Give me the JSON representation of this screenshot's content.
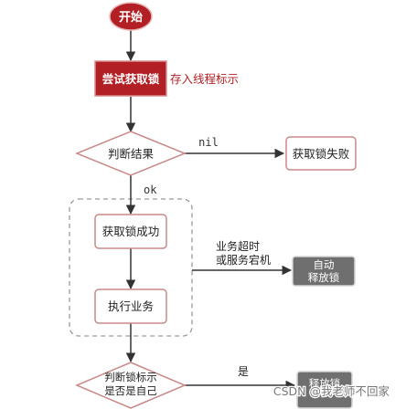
{
  "nodes": {
    "start": "开始",
    "try_lock": "尝试获取锁",
    "judge": "判断结果",
    "fail": "获取锁失败",
    "success": "获取锁成功",
    "execute": "执行业务",
    "judge_lock_line1": "判断锁标示",
    "judge_lock_line2": "是否是自己",
    "auto_release_line1": "自动",
    "auto_release_line2": "释放锁",
    "release": "释放锁"
  },
  "annotations": {
    "store_thread": "存入线程标示",
    "timeout_line1": "业务超时",
    "timeout_line2": "或服务宕机"
  },
  "edges": {
    "nil": "nil",
    "ok": "ok",
    "yes": "是"
  },
  "watermark": "CSDN @我老师不回家",
  "colors": {
    "accent_red": "#b21f24",
    "node_border": "#c98a8a",
    "gray_box": "#6f6f6f",
    "arrow": "#333333"
  }
}
